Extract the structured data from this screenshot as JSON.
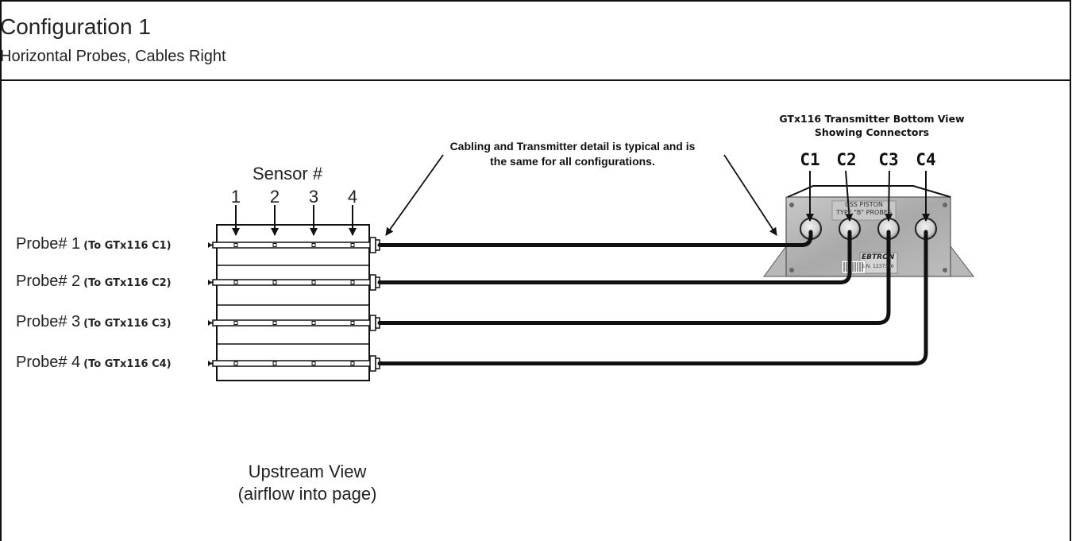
{
  "title": "Configuration 1",
  "subtitle": "Horizontal Probes, Cables Right",
  "sensor_header": "Sensor #",
  "sensor_numbers": [
    "1",
    "2",
    "3",
    "4"
  ],
  "probes": [
    {
      "label": "Probe# 1",
      "target": "(To GTx116 C1)"
    },
    {
      "label": "Probe# 2",
      "target": "(To GTx116 C2)"
    },
    {
      "label": "Probe# 3",
      "target": "(To GTx116 C3)"
    },
    {
      "label": "Probe# 4",
      "target": "(To GTx116 C4)"
    }
  ],
  "note": {
    "line1": "Cabling and Transmitter detail is typical and is",
    "line2": "the same for all configurations."
  },
  "transmitter": {
    "title_line1": "GTx116 Transmitter Bottom View",
    "title_line2": "Showing Connectors",
    "connectors": [
      "C1",
      "C2",
      "C3",
      "C4"
    ],
    "plate_text_top": "CSS PISTON",
    "plate_text_mid": "TYPE \"B\" PROBES",
    "brand_text": "EBTRON",
    "serial_text": "S.N. 1237336"
  },
  "view": {
    "line1": "Upstream View",
    "line2": "(airflow into page)"
  }
}
